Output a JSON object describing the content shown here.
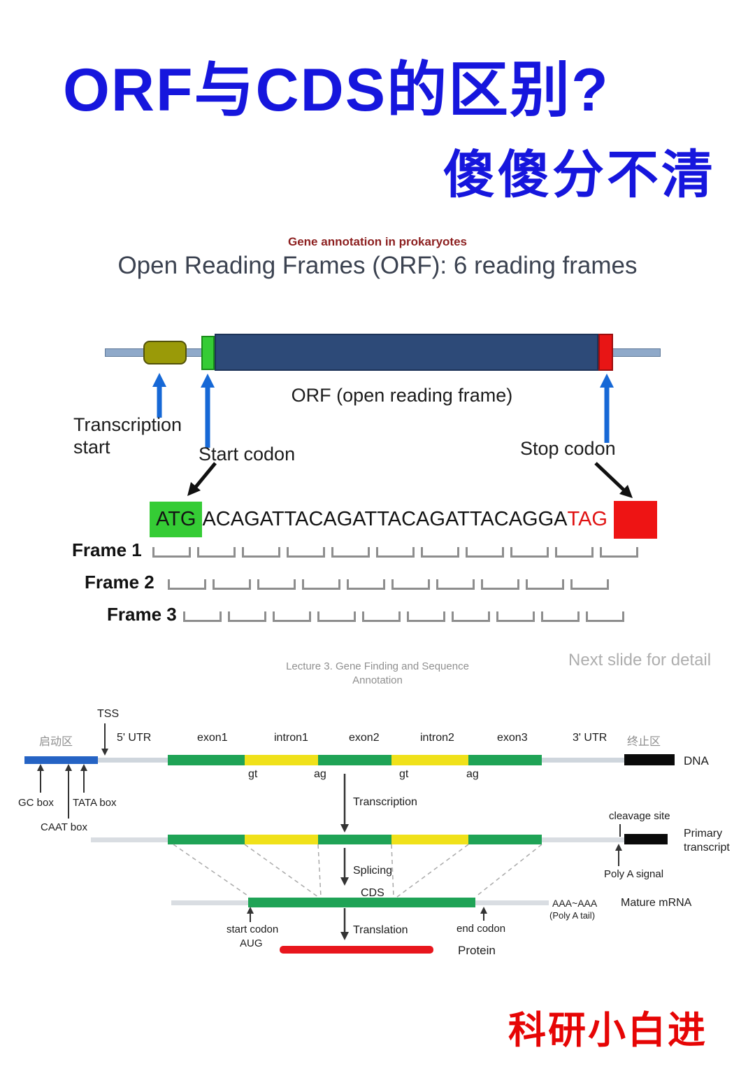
{
  "titles": {
    "main": "ORF与CDS的区别?",
    "sub": "傻傻分不清",
    "footer": "科研小白进"
  },
  "colors": {
    "title_blue": "#1616dd",
    "accent_red": "#e60505",
    "orf_navy": "#2d4a78",
    "start_green": "#35cc35",
    "stop_red": "#e81515",
    "exon_green": "#1fa356",
    "intron_yellow": "#f0e11a",
    "promoter_blue": "#2563c4",
    "arrow_blue": "#1668d6"
  },
  "slide1": {
    "kicker": "Gene annotation in prokaryotes",
    "heading": "Open Reading Frames (ORF): 6 reading frames",
    "orf_label": "ORF (open reading frame)",
    "transcription_start_label": "Transcription start",
    "start_codon_label": "Start codon",
    "stop_codon_label": "Stop codon",
    "sequence": {
      "start": "ATG",
      "middle": "ACAGATTACAGATTACAGATTACAGGA",
      "stop": "TAG"
    },
    "frames": [
      {
        "label": "Frame 1",
        "codons": 11
      },
      {
        "label": "Frame 2",
        "codons": 10
      },
      {
        "label": "Frame 3",
        "codons": 10
      }
    ]
  },
  "slide2": {
    "caption": "Lecture 3. Gene Finding and Sequence",
    "caption2": "Annotation",
    "next_slide": "Next slide for detail",
    "tss": "TSS",
    "region_labels": [
      "启动区",
      "5' UTR",
      "exon1",
      "intron1",
      "exon2",
      "intron2",
      "exon3",
      "3' UTR",
      "终止区"
    ],
    "dna": "DNA",
    "splice_sites": [
      "gt",
      "ag",
      "gt",
      "ag"
    ],
    "gc_box": "GC box",
    "tata_box": "TATA box",
    "caat_box": "CAAT box",
    "transcription": "Transcription",
    "cleavage_site": "cleavage site",
    "primary_transcript": "Primary transcript",
    "poly_a_signal": "Poly A signal",
    "splicing": "Splicing",
    "cds": "CDS",
    "mature_mrna": "Mature mRNA",
    "poly_a": "AAA~AAA",
    "poly_a_tail": "(Poly A tail)",
    "start_codon": "start codon",
    "aug": "AUG",
    "translation": "Translation",
    "end_codon": "end codon",
    "protein": "Protein"
  }
}
